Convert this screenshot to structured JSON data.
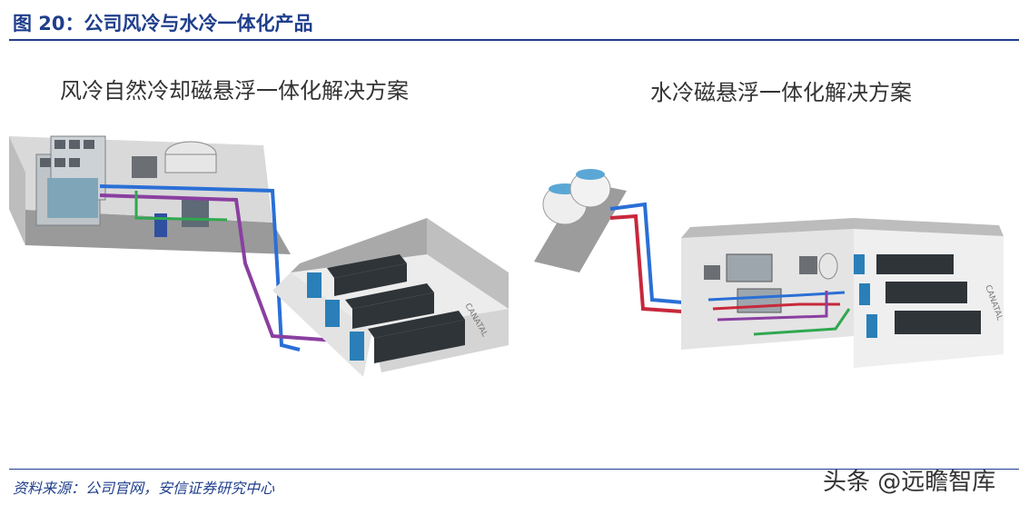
{
  "figure": {
    "title": "图 20：公司风冷与水冷一体化产品"
  },
  "panels": {
    "left": {
      "title": "风冷自然冷却磁悬浮一体化解决方案",
      "brand": "CANATAL"
    },
    "right": {
      "title": "水冷磁悬浮一体化解决方案",
      "brand": "CANATAL"
    }
  },
  "footer": {
    "source": "资料来源：公司官网，安信证券研究中心",
    "watermark": "头条 @远瞻智库"
  },
  "colors": {
    "accent": "#1f3e8c",
    "pipe_blue": "#2a6fd6",
    "pipe_red": "#c8283c",
    "pipe_purple": "#8a3fa0",
    "pipe_green": "#2fa84f"
  }
}
